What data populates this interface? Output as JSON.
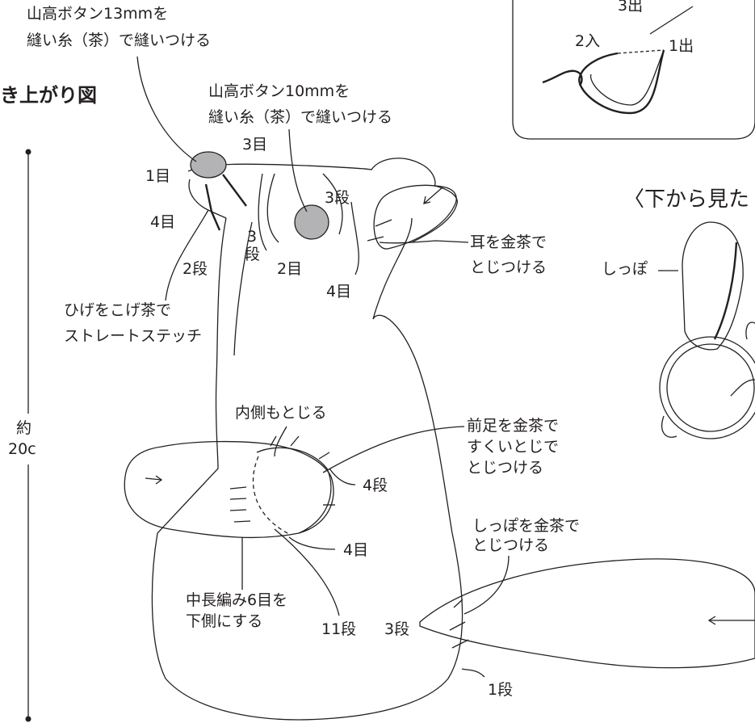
{
  "titles": {
    "finished_diagram": "き上がり図",
    "bottom_view": "〈下から見た"
  },
  "colors": {
    "line": "#231f20",
    "button_fill": "#b3b3b5",
    "background": "#ffffff"
  },
  "stitch_box": {
    "label_3out": "3出",
    "label_2in": "2入",
    "label_1out": "1出"
  },
  "dimension": {
    "line1": "約",
    "line2": "20c"
  },
  "annotations": {
    "button13_line1": "山高ボタン13mmを",
    "button13_line2": "縫い糸（茶）で縫いつける",
    "button10_line1": "山高ボタン10mmを",
    "button10_line2": "縫い糸（茶）で縫いつける",
    "whisker_line1": "ひげをこげ茶で",
    "whisker_line2": "ストレートステッチ",
    "ear_line1": "耳を金茶で",
    "ear_line2": "とじつける",
    "inner_side": "内側もとじる",
    "front_leg_line1": "前足を金茶で",
    "front_leg_line2": "すくいとじで",
    "front_leg_line3": "とじつける",
    "tail_line1": "しっぽを金茶で",
    "tail_line2": "とじつける",
    "hdc_line1": "中長編み6目を",
    "hdc_line2": "下側にする",
    "tail_label": "しっぽ"
  },
  "markers": {
    "stitch_3": "3目",
    "stitch_1": "1目",
    "stitch_4a": "4目",
    "row_3a": "3段",
    "row_2a": "2段",
    "row_3b_1": "3",
    "row_3b_2": "段",
    "stitch_2": "2目",
    "stitch_4b": "4目",
    "row_4": "4段",
    "stitch_4c": "4目",
    "row_11": "11段",
    "row_3c": "3段",
    "row_1": "1段"
  }
}
